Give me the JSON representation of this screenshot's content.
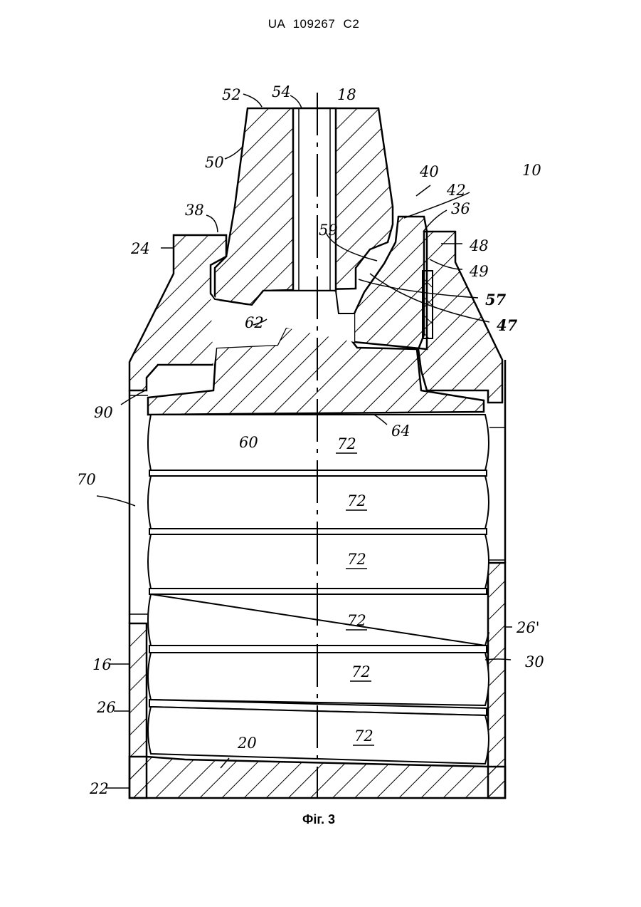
{
  "header": {
    "patent_number": "UA   109267   C2"
  },
  "caption": "Фіг. 3",
  "labels": {
    "l10": "10",
    "l16": "16",
    "l18": "18",
    "l20": "20",
    "l22": "22",
    "l24": "24",
    "l26": "26",
    "l26p": "26'",
    "l30": "30",
    "l36": "36",
    "l38": "38",
    "l40": "40",
    "l42": "42",
    "l47": "47",
    "l48": "48",
    "l49": "49",
    "l50": "50",
    "l52": "52",
    "l54": "54",
    "l57": "57",
    "l59": "59",
    "l60": "60",
    "l62": "62",
    "l64": "64",
    "l70": "70",
    "l72a": "72",
    "l72b": "72",
    "l72c": "72",
    "l72d": "72",
    "l72e": "72",
    "l72f": "72",
    "l90": "90"
  }
}
